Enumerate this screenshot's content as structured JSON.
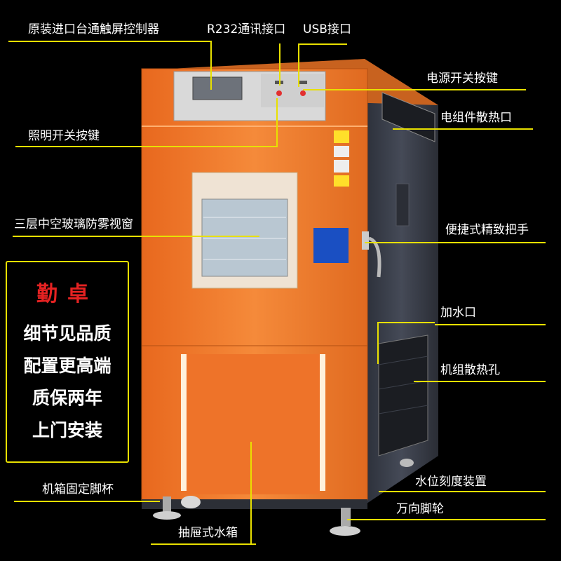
{
  "labels": {
    "touch_controller": "原装进口台通触屏控制器",
    "rs232": "R232通讯接口",
    "usb": "USB接口",
    "power_switch": "电源开关按键",
    "light_switch": "照明开关按键",
    "vent_top": "电组件散热口",
    "window": "三层中空玻璃防雾视窗",
    "handle": "便捷式精致把手",
    "water_inlet": "加水口",
    "vent_side": "机组散热孔",
    "water_gauge": "水位刻度装置",
    "caster": "万向脚轮",
    "foot_cup": "机箱固定脚杯",
    "water_tank": "抽屉式水箱"
  },
  "promo": {
    "brand": "勤卓",
    "lines": [
      "细节见品质",
      "配置更高端",
      "质保两年",
      "上门安装"
    ]
  },
  "colors": {
    "accent_line": "#e8e000",
    "cabinet_orange": "#f07a2a",
    "body_gray": "#3b3f4a",
    "brand_red": "#e52222"
  }
}
